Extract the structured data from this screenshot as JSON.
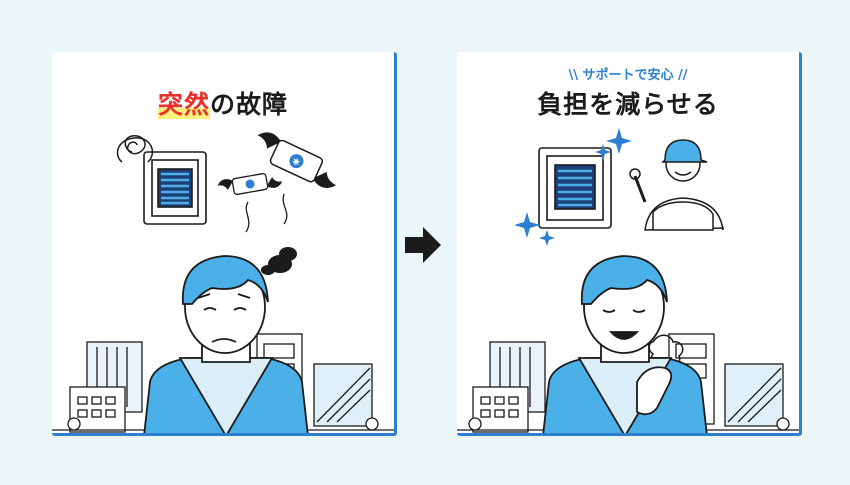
{
  "left_panel": {
    "title_emphasis": "突然",
    "title_rest": "の故障",
    "remote_symbol": "✱"
  },
  "right_panel": {
    "subtitle": "\\\\ サポートで安心 //",
    "title": "負担を減らせる"
  },
  "colors": {
    "accent_blue": "#2d7fd0",
    "person_blue": "#4bb0e8",
    "highlight_red": "#e8302b",
    "background": "#eaf6f8"
  }
}
